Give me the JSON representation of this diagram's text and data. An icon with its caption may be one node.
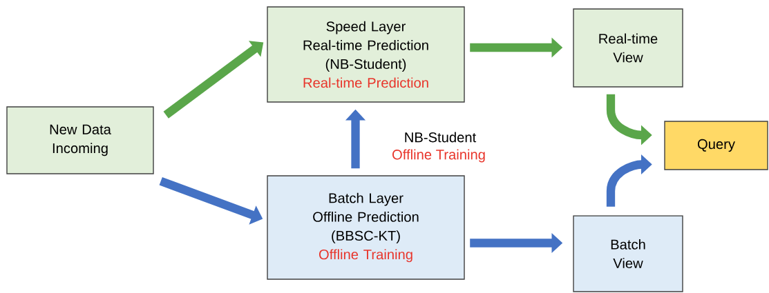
{
  "diagram": {
    "nodes": [
      {
        "text": [
          "New Data Incoming"
        ]
      },
      {
        "text": [
          "Speed Layer",
          "Real-time Prediction (NB-Student)",
          "Real-time Prediction"
        ]
      },
      {
        "text": [
          "Real-time View"
        ]
      },
      {
        "text": [
          "Query"
        ]
      },
      {
        "text": [
          "Batch Layer",
          "Offline Prediction (BBSC-KT)",
          "Offline Training"
        ]
      },
      {
        "text": [
          "Batch View"
        ]
      }
    ],
    "edges": [
      {
        "from": 0,
        "to": 1,
        "arrow": "to",
        "color": "#5aa64a"
      },
      {
        "from": 0,
        "to": 4,
        "arrow": "to"
      },
      {
        "from": 4,
        "to": 1,
        "arrow": "to"
      },
      {
        "from": 1,
        "to": 2,
        "arrow": "to",
        "color": "#5aa64a"
      },
      {
        "from": 4,
        "to": 5,
        "arrow": "to"
      },
      {
        "from": 2,
        "to": 3,
        "arrow": "to",
        "color": "#5aa64a"
      },
      {
        "from": 5,
        "to": 3,
        "arrow": "to"
      }
    ],
    "labels": [
      "NB-Student",
      "Offline Training"
    ]
  }
}
